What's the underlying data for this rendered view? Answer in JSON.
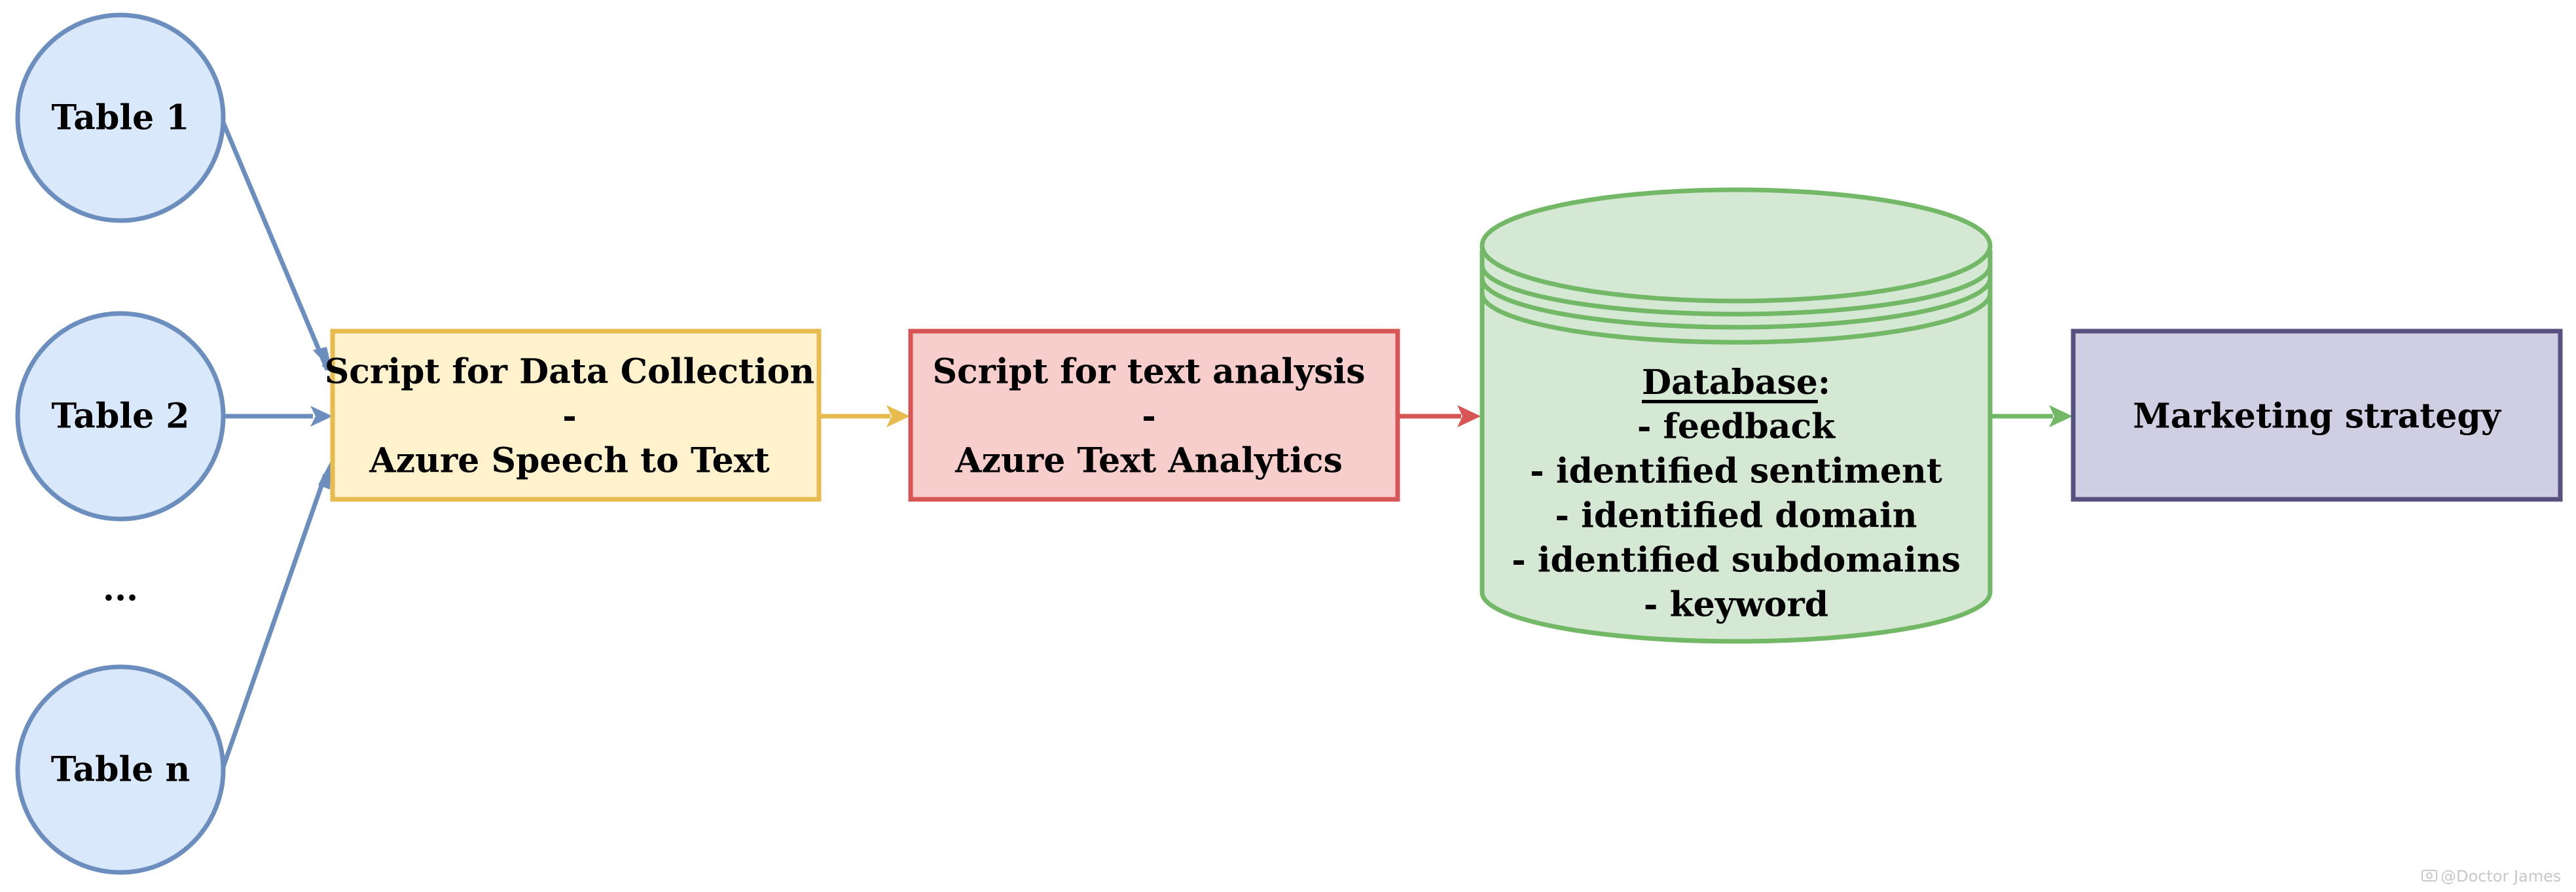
{
  "colors": {
    "table_fill": "#dae8fc",
    "table_stroke": "#6c8ebf",
    "collection_fill": "#fff2cc",
    "collection_stroke": "#e7bb4e",
    "analysis_fill": "#f8cecc",
    "analysis_stroke": "#d75555",
    "database_fill": "#d5e8d4",
    "database_stroke": "#72b866",
    "strategy_fill": "#d0cee2",
    "strategy_stroke": "#56517e"
  },
  "tables": {
    "table1": "Table 1",
    "table2": "Table 2",
    "ellipsis": "...",
    "tablen": "Table n"
  },
  "collection": {
    "line1": "Script for Data Collection",
    "line2": "-",
    "line3": "Azure Speech to Text"
  },
  "analysis": {
    "line1": "Script for text analysis",
    "line2": "-",
    "line3": "Azure Text Analytics"
  },
  "database": {
    "title": "Database",
    "colon": ":",
    "items": [
      "- feedback",
      "- identified sentiment",
      "- identified domain",
      "- identified subdomains",
      "- keyword"
    ]
  },
  "strategy": {
    "label": "Marketing strategy"
  },
  "watermark": {
    "text": "@Doctor James",
    "icon": "camera-icon"
  }
}
